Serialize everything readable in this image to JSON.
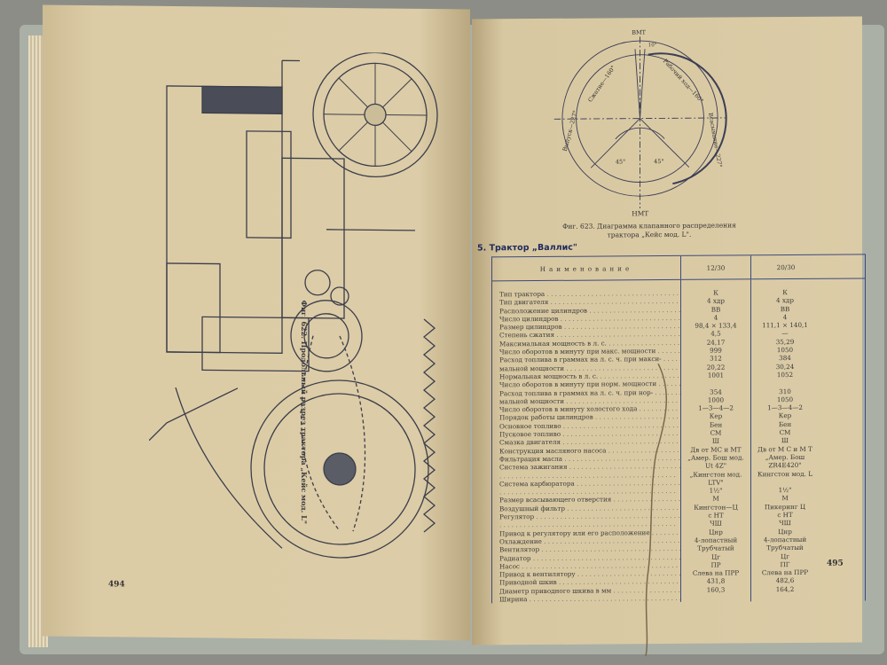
{
  "left_page": {
    "figure_caption": "Фиг. 622. Продольный разрез трактора „Кейс мод. L\"",
    "page_number": "494"
  },
  "right_page": {
    "diagram": {
      "top_label": "ВМТ",
      "bottom_label": "НМТ",
      "arc_labels": [
        "Выпуск—227°",
        "Сжатие—160°",
        "Рабочий ход—160°",
        "Всасывание—227°"
      ],
      "angle_labels": [
        "45°",
        "45°",
        "10°"
      ]
    },
    "figure_caption_line1": "Фиг. 623. Диаграмма клапанного распределения",
    "figure_caption_line2": "трактора „Кейс мод. L\".",
    "section_title": "5. Трактор „Валлис\"",
    "table": {
      "headers": [
        "Наименование",
        "12/30",
        "20/30"
      ],
      "rows": [
        {
          "label": "Тип трактора",
          "c1": "К",
          "c2": "К"
        },
        {
          "label": "Тип двигателя",
          "c1": "4 хдр",
          "c2": "4 хдр"
        },
        {
          "label": "Расположение цилиндров",
          "c1": "ВВ",
          "c2": "ВВ"
        },
        {
          "label": "Число цилиндров",
          "c1": "4",
          "c2": "4"
        },
        {
          "label": "Размер цилиндров",
          "c1": "98,4 × 133,4",
          "c2": "111,1 × 140,1"
        },
        {
          "label": "Степень сжатия",
          "c1": "4,5",
          "c2": "—"
        },
        {
          "label": "Максимальная мощность в л. с.",
          "c1": "24,17",
          "c2": "35,29"
        },
        {
          "label": "Число оборотов в минуту при макс. мощности",
          "c1": "999",
          "c2": "1050"
        },
        {
          "label": "Расход топлива в граммах на л. с. ч. при макси-",
          "c1": "312",
          "c2": "384"
        },
        {
          "label": "    мальной мощности",
          "c1": "20,22",
          "c2": "30,24"
        },
        {
          "label": "Нормальная мощность в л. с.",
          "c1": "1001",
          "c2": "1052"
        },
        {
          "label": "Число оборотов в минуту при норм. мощности",
          "c1": "",
          "c2": ""
        },
        {
          "label": "Расход топлива в граммах на л. с. ч. при нор-",
          "c1": "354",
          "c2": "310"
        },
        {
          "label": "    мальной мощности",
          "c1": "1000",
          "c2": "1050"
        },
        {
          "label": "Число оборотов в минуту холостого хода",
          "c1": "1—3—4—2",
          "c2": "1—3—4—2"
        },
        {
          "label": "Порядок работы цилиндров",
          "c1": "Кер",
          "c2": "Кер"
        },
        {
          "label": "Основное топливо",
          "c1": "Бен",
          "c2": "Бен"
        },
        {
          "label": "Пусковое топливо",
          "c1": "СМ",
          "c2": "СМ"
        },
        {
          "label": "Смазка двигателя",
          "c1": "Ш",
          "c2": "Ш"
        },
        {
          "label": "Конструкция масляного насоса",
          "c1": "Дв от МС и МТ",
          "c2": "Дв от М С и М Т"
        },
        {
          "label": "Фильтрация масла",
          "c1": "„Амер. Бош мод.",
          "c2": "„Амер. Бош"
        },
        {
          "label": "Система зажигания",
          "c1": "Ut 4Z\"",
          "c2": "ZR4E420\""
        },
        {
          "label": "",
          "c1": "„Кингстон мод.",
          "c2": "Кингстон мод. L"
        },
        {
          "label": "Система карбюратора",
          "c1": "LTV\"",
          "c2": ""
        },
        {
          "label": "",
          "c1": "1½\"",
          "c2": "1½\""
        },
        {
          "label": "Размер всасывающего отверстия",
          "c1": "М",
          "c2": "М"
        },
        {
          "label": "Воздушный фильтр",
          "c1": "Кингстон—Ц",
          "c2": "Пикеринг Ц"
        },
        {
          "label": "Регулятор",
          "c1": "с НТ",
          "c2": "с НТ"
        },
        {
          "label": "",
          "c1": "ЧШ",
          "c2": "ЧШ"
        },
        {
          "label": "Привод к регулятору или его расположение",
          "c1": "Цнр",
          "c2": "Цнр"
        },
        {
          "label": "Охлаждение",
          "c1": "4-лопастный",
          "c2": "4-лопастный"
        },
        {
          "label": "Вентилятор",
          "c1": "Трубчатый",
          "c2": "Трубчатый"
        },
        {
          "label": "Радиатор",
          "c1": "Цг",
          "c2": "Цг"
        },
        {
          "label": "Насос",
          "c1": "ПР",
          "c2": "ПГ"
        },
        {
          "label": "Привод к вентилятору",
          "c1": "Слева на ПРР",
          "c2": "Слева на ПРР"
        },
        {
          "label": "Приводной шкив",
          "c1": "431,8",
          "c2": "482,6"
        },
        {
          "label": "Диаметр приводного шкива в мм",
          "c1": "160,3",
          "c2": "164,2"
        },
        {
          "label": "Ширина",
          "c1": "",
          "c2": ""
        }
      ]
    },
    "page_number": "495"
  }
}
